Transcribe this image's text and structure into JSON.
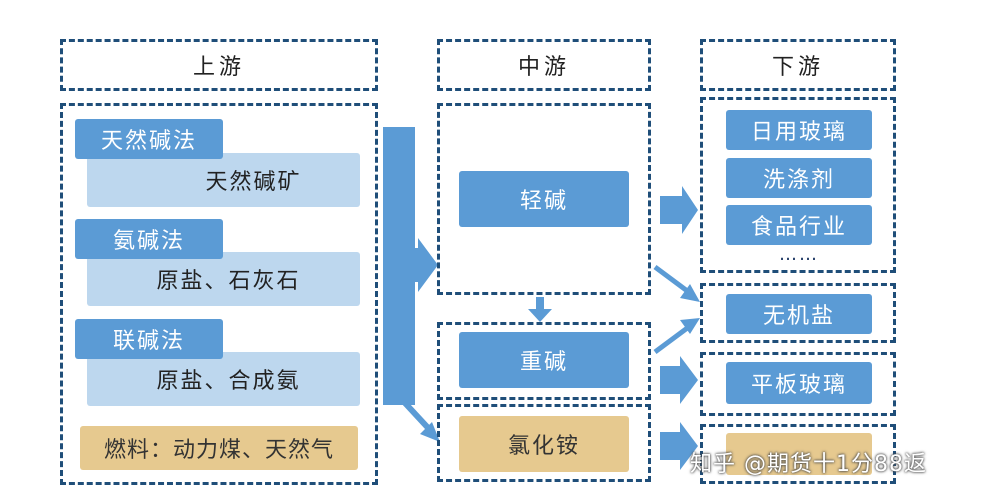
{
  "headers": {
    "upstream": "上游",
    "midstream": "中游",
    "downstream": "下游"
  },
  "upstream": {
    "methods": [
      {
        "label": "天然碱法",
        "material": "天然碱矿"
      },
      {
        "label": "氨碱法",
        "material": "原盐、石灰石"
      },
      {
        "label": "联碱法",
        "material": "原盐、合成氨"
      }
    ],
    "fuel": "燃料：动力煤、天然气"
  },
  "midstream": {
    "light": "轻碱",
    "heavy": "重碱",
    "ammonium": "氯化铵"
  },
  "downstream": {
    "group1": [
      "日用玻璃",
      "洗涤剂",
      "食品行业"
    ],
    "ellipsis": "……",
    "inorganic": "无机盐",
    "flat_glass": "平板玻璃"
  },
  "watermark": "知乎 @期货十1分88返",
  "colors": {
    "dark_blue": "#1f4e79",
    "blue": "#5b9bd5",
    "light_blue": "#bdd7ee",
    "tan": "#e6c98f"
  }
}
